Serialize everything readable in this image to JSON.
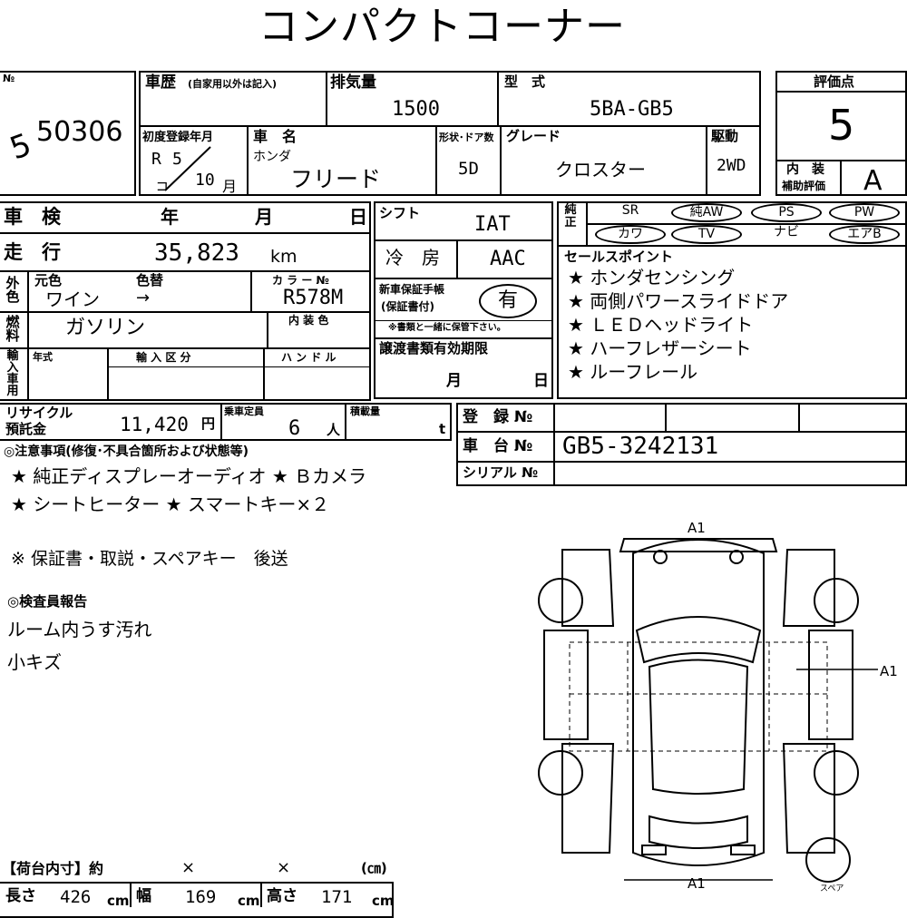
{
  "title": "コンパクトコーナー",
  "lot": {
    "label": "№",
    "number": "50306",
    "prefix": "5"
  },
  "history": {
    "label": "車歴",
    "note": "(自家用以外は記入)"
  },
  "displacement": {
    "label": "排気量",
    "value": "1500"
  },
  "model": {
    "label": "型　式",
    "value": "5BA-GB5"
  },
  "score": {
    "label": "評価点",
    "value": "5",
    "interior_label": "内　装",
    "interior_sub": "補助評価",
    "interior_value": "A"
  },
  "first_reg": {
    "label": "初度登録年月",
    "era": "R",
    "year": "5",
    "month": "10",
    "month_unit": "月"
  },
  "car_name": {
    "label": "車　名",
    "maker": "ホンダ",
    "value": "フリード"
  },
  "body": {
    "label": "形状･ドア数",
    "value": "5D"
  },
  "grade": {
    "label": "グレード",
    "value": "クロスター"
  },
  "drive": {
    "label": "駆動",
    "value": "2WD"
  },
  "inspection": {
    "label": "車　検",
    "year": "年",
    "month": "月",
    "day": "日"
  },
  "mileage": {
    "label": "走　行",
    "value": "35,823",
    "unit": "km"
  },
  "exterior": {
    "label": "外色",
    "original_label": "元色",
    "change_label": "色替",
    "original": "ワイン",
    "arrow": "→",
    "color_no_label": "カ ラ ー №",
    "color_no": "R578M"
  },
  "fuel": {
    "label": "燃料",
    "value": "ガソリン",
    "interior_color_label": "内 装 色"
  },
  "import": {
    "label": "輸入車用",
    "year_label": "年式",
    "type_label": "輸 入 区 分",
    "handle_label": "ハ ン ド ル"
  },
  "recycle": {
    "label1": "リサイクル",
    "label2": "預託金",
    "value": "11,420",
    "unit": "円"
  },
  "capacity": {
    "label": "乗車定員",
    "value": "6",
    "unit": "人"
  },
  "load": {
    "label": "積載量",
    "unit": "t"
  },
  "shift": {
    "label": "シフト",
    "value": "IAT"
  },
  "ac": {
    "label": "冷　房",
    "value": "AAC"
  },
  "warranty": {
    "label1": "新車保証手帳",
    "label2": "(保証書付)",
    "value": "有",
    "note": "※書類と一緒に保管下さい。"
  },
  "transfer": {
    "label": "譲渡書類有効期限",
    "month": "月",
    "day": "日"
  },
  "equipment": {
    "label": "純正",
    "row1": [
      "SR",
      "純AW",
      "PS",
      "PW"
    ],
    "row2": [
      "カワ",
      "TV",
      "ナビ",
      "エアB"
    ]
  },
  "sales_points": {
    "label": "セールスポイント",
    "items": [
      "★ ホンダセンシング",
      "★ 両側パワースライドドア",
      "★ ＬＥＤヘッドライト",
      "★ ハーフレザーシート",
      "★ ルーフレール"
    ]
  },
  "registration": {
    "label": "登　録 №",
    "chassis_label": "車　台 №",
    "chassis": "GB5-3242131",
    "serial_label": "シリアル №"
  },
  "notes": {
    "label": "◎注意事項(修復･不具合箇所および状態等)",
    "line1": "★ 純正ディスプレーオーディオ ★ Ｂカメラ",
    "line2": "★ シートヒーター ★ スマートキー×２",
    "line3": "※ 保証書・取説・スペアキー　後送"
  },
  "inspector": {
    "label": "◎検査員報告",
    "line1": "ルーム内うす汚れ",
    "line2": "小キズ"
  },
  "diagram": {
    "front_mark": "A1",
    "side_mark": "A1",
    "rear_mark": "A1",
    "spare": "スペア"
  },
  "cargo": {
    "label": "【荷台内寸】約",
    "x1": "×",
    "x2": "×",
    "unit": "(㎝)",
    "length_label": "長さ",
    "length": "426",
    "width_label": "幅",
    "width": "169",
    "height_label": "高さ",
    "height": "171",
    "cm": "cm"
  }
}
